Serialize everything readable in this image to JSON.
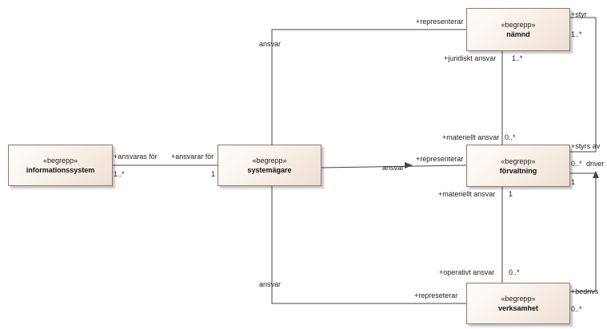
{
  "boxes": {
    "informationssystem": {
      "stereotype": "«begrepp»",
      "name": "informationssystem"
    },
    "systemagare": {
      "stereotype": "«begrepp»",
      "name": "systemägare"
    },
    "namnd": {
      "stereotype": "«begrepp»",
      "name": "nämnd"
    },
    "forvaltning": {
      "stereotype": "«begrepp»",
      "name": "förvaltning"
    },
    "verksamhet": {
      "stereotype": "«begrepp»",
      "name": "verksamhet"
    }
  },
  "labels": {
    "ansvaras_for": "+ansvaras för",
    "ansvarar_for": "+ansvarar för",
    "mult_info": "1..*",
    "mult_sys": "1",
    "ansvar_top": "ansvar",
    "ansvar_mid": "ansvar",
    "ansvar_bottom": "ansvar",
    "representerar_namnd": "+representerar",
    "representerar_forv": "+representerar",
    "represeterar_verks": "+represeterar",
    "juridiskt_ansvar": "+juridiskt ansvar",
    "mult_namnd_below": "1..*",
    "materiellt_ansvar_upper": "+materiellt ansvar",
    "mult_forv_upper": "0..*",
    "materiellt_ansvar_lower": "+materiellt ansvar",
    "mult_forv_lower": "1",
    "operativt_ansvar": "+operativt ansvar",
    "mult_verks_top": "0..*",
    "styr": "+styr",
    "mult_styr": "1..*",
    "styrs_av": "+styrs av",
    "mult_styrs_av": "0..*",
    "driver": "driver",
    "mult_forv_right": "1",
    "bedrivs": "+bedrivs",
    "mult_bedrivs": "0..*"
  }
}
